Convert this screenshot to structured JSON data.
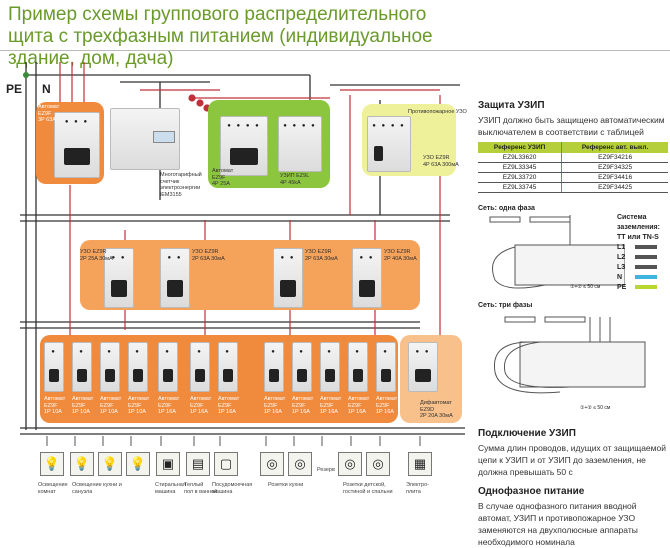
{
  "title": "Пример схемы группового распределительного щита с трехфазным питанием (индивидуальное здание, дом, дача)",
  "bus": {
    "pe": "PE",
    "n": "N"
  },
  "top_devices": [
    {
      "label": "Автомат\nEZ9F\n3P 63A"
    },
    {
      "label": "Многотарифный\nсчетчик\nэлектроэнергии\niEM3155"
    },
    {
      "label": "Автомат\nEZ9F\n4P 25A"
    },
    {
      "label": "УЗИП EZ9L\n4P 45kA"
    },
    {
      "label": "Противопожарное УЗО",
      "sub": "УЗО EZ9R\n4P 63A 300мА"
    }
  ],
  "rcds": [
    {
      "label": "УЗО EZ9R\n2P 25A 30мА"
    },
    {
      "label": "УЗО EZ9R\n2P 63A 30мА"
    },
    {
      "label": "УЗО EZ9R\n2P 63A 30мА"
    },
    {
      "label": "УЗО EZ9R\n2P 40A 30мА"
    }
  ],
  "breakers": [
    "Автомат\nEZ9F\n1P 10A",
    "Автомат\nEZ9F\n1P 10A",
    "Автомат\nEZ9F\n1P 10A",
    "Автомат\nEZ9F\n1P 10A",
    "Автомат\nEZ9F\n1P 16A",
    "Автомат\nEZ9F\n1P 16A",
    "Автомат\nEZ9F\n1P 16A",
    "Автомат\nEZ9F\n1P 16A",
    "Автомат\nEZ9F\n1P 16A",
    "Автомат\nEZ9F\n1P 16A",
    "Автомат\nEZ9F\n1P 16A",
    "Автомат\nEZ9F\n1P 16A"
  ],
  "diff_breaker": "Дифавтомат\nEZ9D\n2P 20A 30мА",
  "loads": [
    {
      "label": "Освещение\nкомнат",
      "icon": "bulb"
    },
    {
      "label": "Освещение кухни и санузла",
      "icon": "bulb"
    },
    {
      "label": "Стиральная\nмашина",
      "icon": "washer"
    },
    {
      "label": "Теплый\nпол в ванной",
      "icon": "floor"
    },
    {
      "label": "Посудомоечная\nмашина",
      "icon": "dishwasher"
    },
    {
      "label": "Розетки кухни",
      "icon": "socket"
    },
    {
      "label": "Резерв",
      "icon": ""
    },
    {
      "label": "Розетки детской,\nгостиной и спальни",
      "icon": "socket"
    },
    {
      "label": "Электро-\nплита",
      "icon": "stove"
    }
  ],
  "right": {
    "surge_title": "Защита УЗИП",
    "surge_text": "УЗИП должно быть защищено автоматическим выключателем в соответствии с таблицей",
    "table": {
      "headers": [
        "Референс УЗИП",
        "Референс авт. выкл."
      ],
      "rows": [
        [
          "EZ9L33620",
          "EZ9F34216"
        ],
        [
          "EZ9L33345",
          "EZ9F34325"
        ],
        [
          "EZ9L33720",
          "EZ9F34416"
        ],
        [
          "EZ9L33745",
          "EZ9F34425"
        ]
      ]
    },
    "one_phase": "Сеть: одна фаза",
    "three_phase": "Сеть: три фазы",
    "grounding_title": "Система заземления: TT или TN-S",
    "legend": [
      {
        "k": "L1",
        "c": "#555555"
      },
      {
        "k": "L2",
        "c": "#555555"
      },
      {
        "k": "L3",
        "c": "#555555"
      },
      {
        "k": "N",
        "c": "#3fb6e0"
      },
      {
        "k": "PE",
        "c": "#b8d830"
      }
    ],
    "note1": "①+② ≤ 50 см",
    "note2": "①+② ≤ 50 см",
    "conn_title": "Подключение УЗИП",
    "conn_text": "Сумма длин проводов, идущих от защищаемой цепи к УЗИП и от УЗИП до заземления, не должна превышать 50 с",
    "single_title": "Однофазное питание",
    "single_text": "В случае однофазного питания вводной автомат, УЗИП и противопожарное УЗО заменяются на двухполюсные аппараты необходимого номинала"
  },
  "colors": {
    "accent": "#6a9a2a",
    "orange": "#f08a3c",
    "green_zone": "#8cc63f",
    "yellow_zone": "#eef09a",
    "phase": "#c0303a",
    "neutral": "#333333"
  }
}
